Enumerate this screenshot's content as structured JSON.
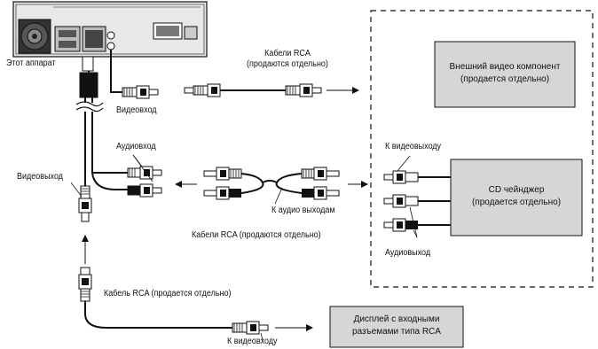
{
  "labels": {
    "this_unit": "Этот аппарат",
    "rca_cables_top": "Кабели RCA",
    "sold_separately_top": "(продаются отдельно)",
    "video_input": "Видеовход",
    "audio_input": "Аудиовход",
    "video_output": "Видеовыход",
    "to_audio_outputs": "К аудио выходам",
    "rca_cables_middle": "Кабели RCA (продаются отдельно)",
    "to_video_output": "К видеовыходу",
    "audio_output": "Аудиовыход",
    "rca_cable_bottom": "Кабель RCA (продается отдельно)",
    "to_video_input": "К видеовходу"
  },
  "external_video": {
    "line1": "Внешний видео компонент",
    "line2": "(продается отдельно)"
  },
  "cd_changer": {
    "line1": "CD чейнджер",
    "line2": "(продается отдельно)"
  },
  "display_box": {
    "line1": "Дисплей с входными",
    "line2": "разъемами типа RCA"
  },
  "colors": {
    "box_fill": "#d6d6d6",
    "line": "#111111"
  }
}
